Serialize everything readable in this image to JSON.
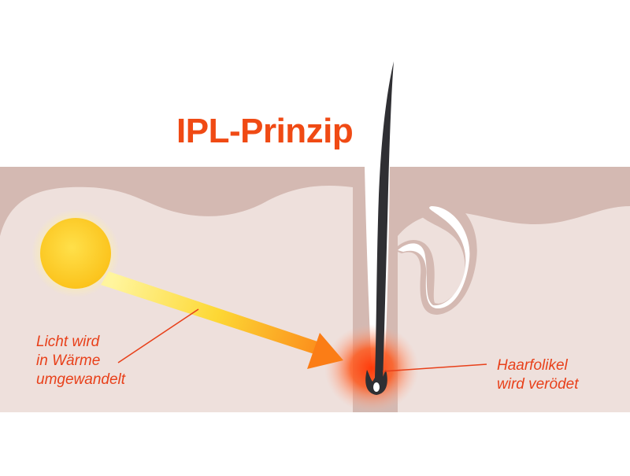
{
  "title": "IPL-Prinzip",
  "labels": {
    "light": [
      "Licht wird",
      "in Wärme",
      "umgewandelt"
    ],
    "follicle": [
      "Haarfolikel",
      "wird verödet"
    ]
  },
  "colors": {
    "title": "#f04a14",
    "label": "#e8401a",
    "leader_line": "#e8401a",
    "skin_outer": "#d4b9b2",
    "skin_inner": "#eee0dc",
    "hair": "#2f2f33",
    "sun_core": "#fdcd22",
    "sun_glow": "#fff2a6",
    "beam_start": "#fff59d",
    "beam_end": "#fb8c1c",
    "heat": "#ff4d10",
    "background": "#ffffff"
  },
  "icons": [
    "sun-icon",
    "light-beam-arrow",
    "hair-follicle",
    "sebaceous-gland"
  ]
}
